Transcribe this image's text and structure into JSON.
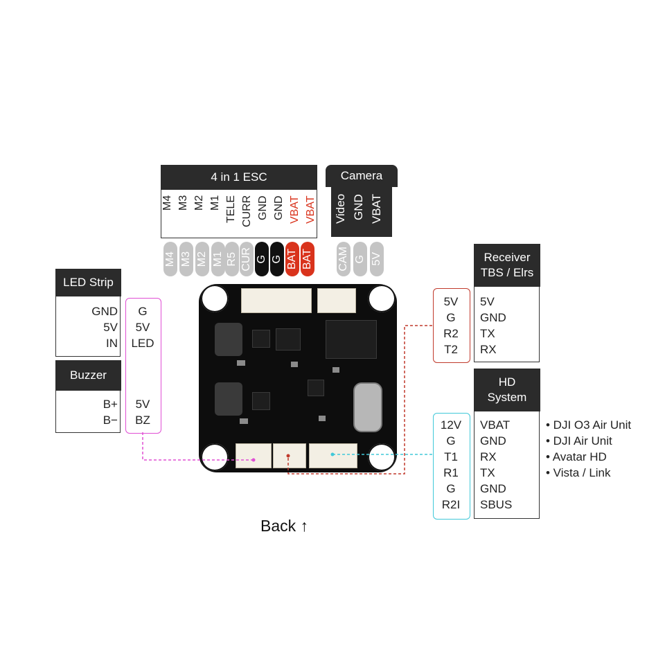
{
  "esc": {
    "title": "4 in 1 ESC",
    "pins": [
      "M4",
      "M3",
      "M2",
      "M1",
      "TELE",
      "CURR",
      "GND",
      "GND",
      "VBAT",
      "VBAT"
    ],
    "pads": [
      "M4",
      "M3",
      "M2",
      "M1",
      "R5",
      "CUR",
      "G",
      "G",
      "BAT",
      "BAT"
    ]
  },
  "camera": {
    "title": "Camera",
    "pins": [
      "Video",
      "GND",
      "VBAT"
    ],
    "pads": [
      "CAM",
      "G",
      "5V"
    ]
  },
  "led_strip": {
    "title": "LED Strip",
    "pins": [
      "GND",
      "5V",
      "IN"
    ]
  },
  "buzzer": {
    "title": "Buzzer",
    "pins": [
      "B+",
      "B−"
    ]
  },
  "fc_left": {
    "upper": [
      "G",
      "5V",
      "LED"
    ],
    "lower": [
      "5V",
      "BZ"
    ]
  },
  "receiver": {
    "title_line1": "Receiver",
    "title_line2": "TBS / Elrs",
    "fc_pads": [
      "5V",
      "G",
      "R2",
      "T2"
    ],
    "pins": [
      "5V",
      "GND",
      "TX",
      "RX"
    ]
  },
  "hd_system": {
    "title_line1": "HD",
    "title_line2": "System",
    "fc_pads": [
      "12V",
      "G",
      "T1",
      "R1",
      "G",
      "R2I"
    ],
    "pins": [
      "VBAT",
      "GND",
      "RX",
      "TX",
      "GND",
      "SBUS"
    ],
    "compatible": [
      "• DJI O3 Air Unit",
      "• DJI Air Unit",
      "• Avatar HD",
      "• Vista / Link"
    ]
  },
  "caption": "Back ↑",
  "colors": {
    "dark_header": "#2b2b2b",
    "pad_gray": "#c4c4c4",
    "pad_black": "#111111",
    "pad_red": "#d9331c",
    "label_red": "#d9331c",
    "led_magenta": "#e04ed4",
    "receiver_red": "#c0392b",
    "hd_cyan": "#40c8d8"
  }
}
